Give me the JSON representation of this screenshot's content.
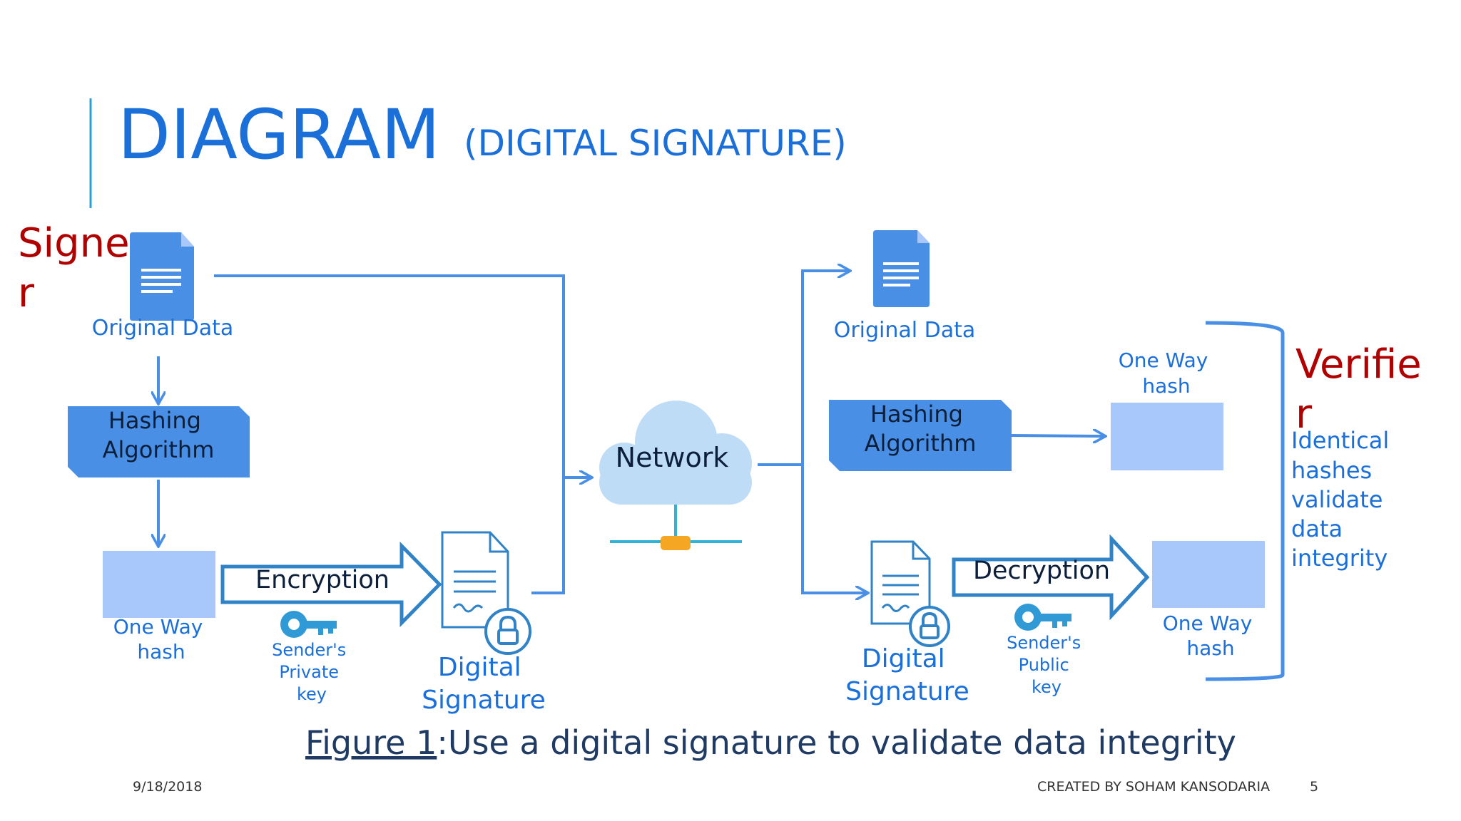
{
  "colors": {
    "title_blue": "#1a6fd8",
    "label_blue": "#1a6fd8",
    "role_red": "#b00000",
    "arrow_blue": "#4a8fe6",
    "doc_blue": "#4a8fe6",
    "hash_block": "#a8c8fb",
    "caption": "#1f3a63",
    "footer": "#333333",
    "accent_line": "#2aa0d6",
    "key_blue": "#2f9ad6",
    "cloud": "#bfdcf6",
    "hub_orange": "#f5a623"
  },
  "title": {
    "main": "DIAGRAM",
    "sub": "(DIGITAL SIGNATURE)"
  },
  "signer": {
    "role_label": [
      "Signe",
      "r"
    ],
    "original_data": "Original Data",
    "hashing": [
      "Hashing",
      "Algorithm"
    ],
    "one_way_hash": [
      "One Way",
      "hash"
    ],
    "encryption": "Encryption",
    "key_label": [
      "Sender's",
      "Private",
      "key"
    ],
    "digital_signature": [
      "Digital",
      "Signature"
    ]
  },
  "network": {
    "label": "Network"
  },
  "verifier": {
    "role_label": [
      "Verifie",
      "r"
    ],
    "original_data": "Original Data",
    "hashing": [
      "Hashing",
      "Algorithm"
    ],
    "one_way_hash_top": [
      "One Way",
      "hash"
    ],
    "one_way_hash_bottom": [
      "One Way",
      "hash"
    ],
    "decryption": "Decryption",
    "key_label": [
      "Sender's",
      "Public",
      "key"
    ],
    "digital_signature": [
      "Digital",
      "Signature"
    ],
    "note": [
      "Identical",
      "hashes",
      "validate",
      "data",
      "integrity"
    ]
  },
  "caption": {
    "figure_ref": "Figure 1",
    "text": ":Use a digital signature to validate data integrity"
  },
  "footer": {
    "date": "9/18/2018",
    "author": "CREATED BY SOHAM KANSODARIA",
    "page": "5"
  }
}
